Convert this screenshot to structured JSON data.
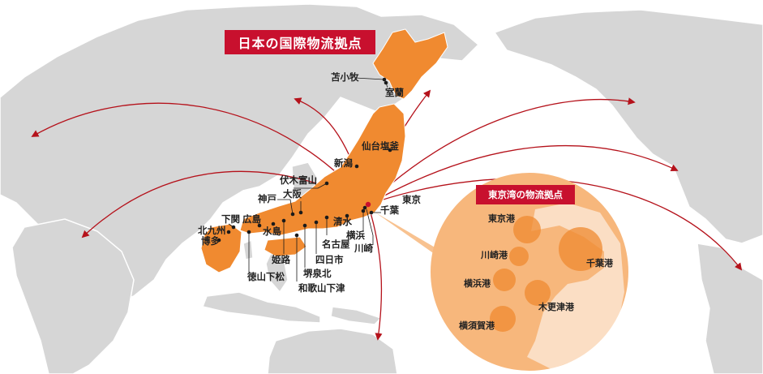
{
  "title": "日本の国際物流拠点",
  "inset_title": "東京湾の物流拠点",
  "colors": {
    "japan": "#f08a30",
    "land": "#d6d6d6",
    "route": "#b5121b",
    "inset": "#f7b77c",
    "badge": "#c8102e"
  },
  "hub": "東京",
  "bases": [
    "苫小牧",
    "室蘭",
    "仙台塩釜",
    "新潟",
    "伏木富山",
    "大阪",
    "神戸",
    "東京",
    "千葉",
    "清水",
    "横浜",
    "川崎",
    "名古屋",
    "四日市",
    "堺泉北",
    "和歌山下津",
    "姫路",
    "水島",
    "広島",
    "徳山下松",
    "下関",
    "北九州",
    "博多"
  ],
  "ports": [
    "東京港",
    "川崎港",
    "横浜港",
    "横須賀港",
    "千葉港",
    "木更津港"
  ]
}
